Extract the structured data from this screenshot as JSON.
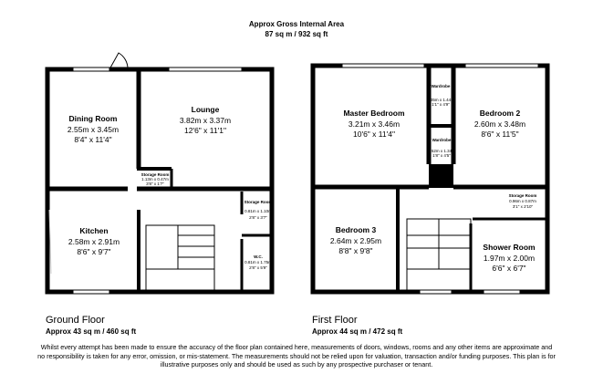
{
  "header": {
    "title": "Approx Gross Internal Area",
    "area": "87 sq m / 932 sq ft"
  },
  "ground_floor": {
    "name": "Ground Floor",
    "area": "Approx 43 sq m / 460 sq ft",
    "rooms": [
      {
        "name": "Dining Room",
        "metric": "2.55m x 3.45m",
        "imperial": "8'4\" x 11'4\""
      },
      {
        "name": "Lounge",
        "metric": "3.82m x 3.37m",
        "imperial": "12'6\" x 11'1\""
      },
      {
        "name": "Kitchen",
        "metric": "2.58m x 2.91m",
        "imperial": "8'6\" x 9'7\""
      },
      {
        "name": "Storage Room",
        "metric": "1.13m x 0.47m",
        "imperial": "3'8\" x 1'7\""
      },
      {
        "name": "Storage Room",
        "metric": "0.81m x 1.10m",
        "imperial": "2'8\" x 3'7\""
      },
      {
        "name": "W.C.",
        "metric": "0.81m x 1.75m",
        "imperial": "2'8\" x 5'9\""
      }
    ]
  },
  "first_floor": {
    "name": "First Floor",
    "area": "Approx 44 sq m / 472 sq ft",
    "rooms": [
      {
        "name": "Master Bedroom",
        "metric": "3.21m x 3.46m",
        "imperial": "10'6\" x 11'4\""
      },
      {
        "name": "Bedroom 2",
        "metric": "2.60m x 3.48m",
        "imperial": "8'6\" x 11'5\""
      },
      {
        "name": "Bedroom 3",
        "metric": "2.64m x 2.95m",
        "imperial": "8'8\" x 9'8\""
      },
      {
        "name": "Shower Room",
        "metric": "1.97m x 2.00m",
        "imperial": "6'6\" x 6'7\""
      },
      {
        "name": "Wardrobe",
        "metric": "0.35m x 1.44m",
        "imperial": "1'1\" x 4'9\""
      },
      {
        "name": "Wardrobe",
        "metric": "0.52m x 1.34m",
        "imperial": "1'8\" x 4'5\""
      },
      {
        "name": "Storage Room",
        "metric": "0.96m x 0.87m",
        "imperial": "3'1\" x 2'10\""
      }
    ]
  },
  "disclaimer": "Whilst every attempt has been made to ensure the accuracy of the floor plan contained here, measurements of doors, windows, rooms and any other items are approximate and no responsibility is taken for any error, omission, or mis-statement. The measurements should not be relied upon for valuation, transaction and/or funding purposes. This plan is for illustrative purposes only and should be used as such by any prospective purchaser or tenant."
}
